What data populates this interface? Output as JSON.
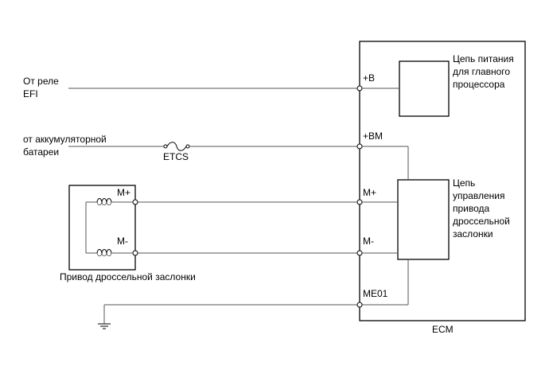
{
  "source_left": {
    "efi_line1": "От реле",
    "efi_line2": "EFI",
    "battery_line1": "от аккумуляторной",
    "battery_line2": "батареи",
    "fuse_label": "ETCS"
  },
  "actuator": {
    "terminal_plus": "M+",
    "terminal_minus": "M-",
    "caption": "Привод дроссельной заслонки"
  },
  "ecm": {
    "label": "ECM",
    "pins": {
      "b": "+B",
      "bm": "+BM",
      "m_plus": "M+",
      "m_minus": "M-",
      "me01": "ME01"
    },
    "power_block": [
      "Цепь питания",
      "для главного",
      "процессора"
    ],
    "control_block": [
      "Цепь",
      "управления",
      "привода",
      "дроссельной",
      "заслонки"
    ]
  },
  "icons": {
    "fuse": "fuse-icon",
    "coil": "coil-icon",
    "ground": "ground-icon"
  }
}
